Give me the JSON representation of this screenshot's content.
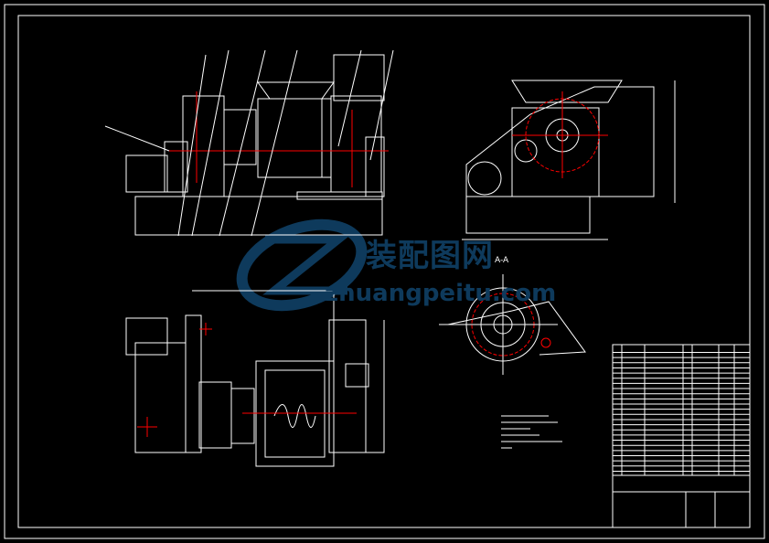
{
  "drawing": {
    "section_label": "A-A",
    "colors": {
      "background": "#000000",
      "lines": "#ffffff",
      "centerlines": "#ff0000",
      "watermark": "#0e3a5c"
    }
  },
  "watermark": {
    "name_cn": "装配图网",
    "site": "zhuangpeitu.com"
  }
}
